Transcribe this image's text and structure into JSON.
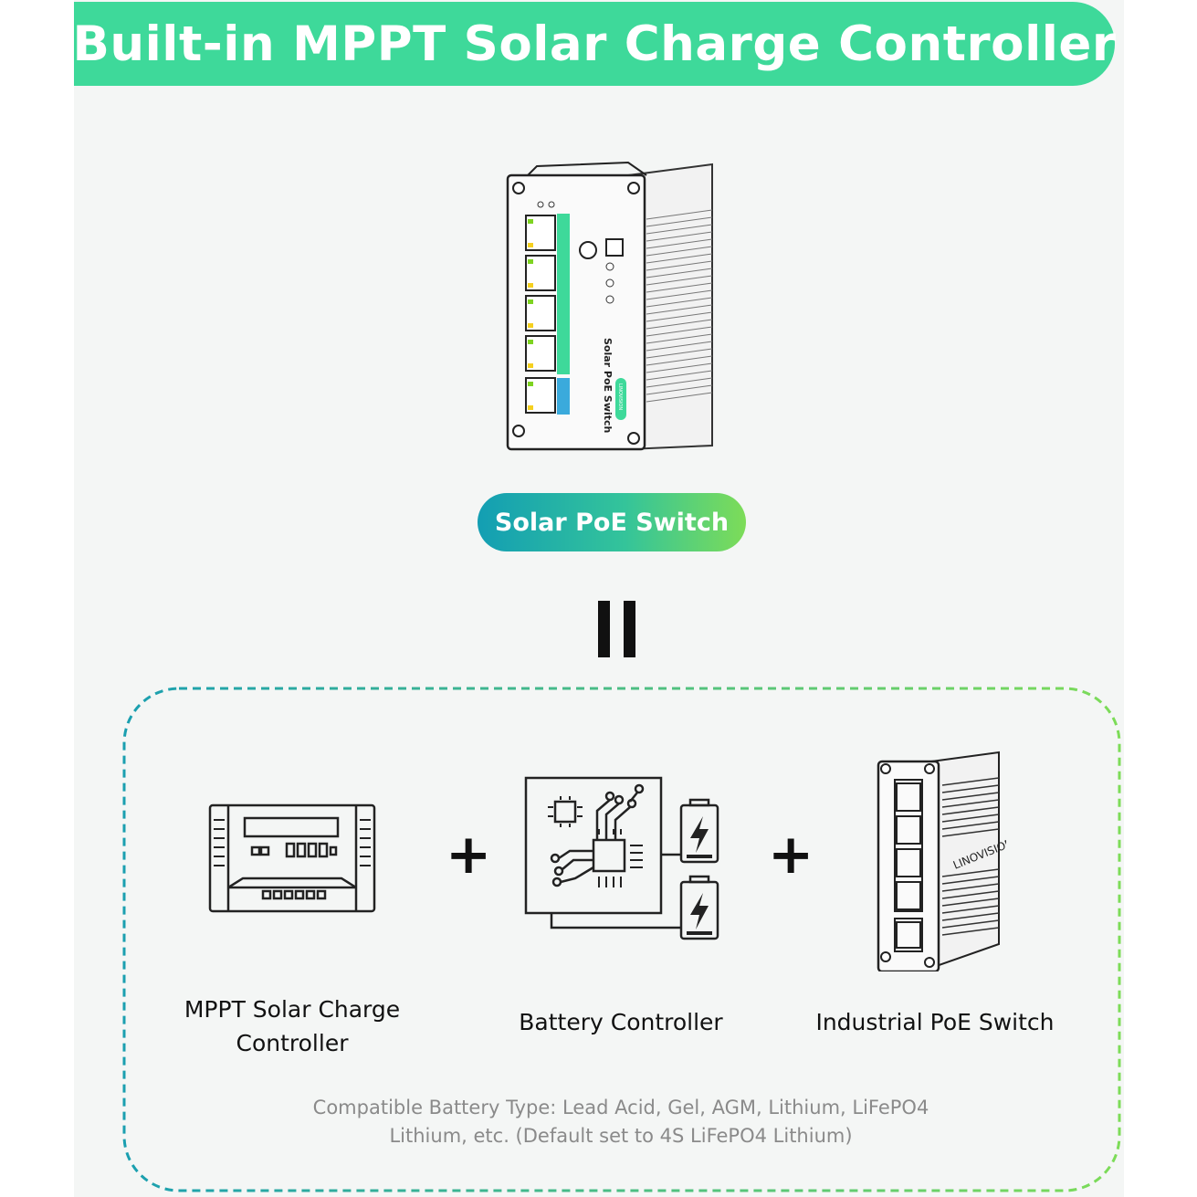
{
  "header": {
    "title": "Built-in MPPT Solar Charge Controller"
  },
  "product": {
    "label": "Solar PoE Switch",
    "device_text": "Solar PoE Switch",
    "brand_badge": "LINOVISION"
  },
  "components": [
    {
      "label_lines": [
        "MPPT Solar Charge",
        "Controller"
      ]
    },
    {
      "label_lines": [
        "Battery Controller"
      ]
    },
    {
      "label_lines": [
        "Industrial PoE Switch"
      ],
      "brand": "LINOVISION"
    }
  ],
  "note": {
    "lines": [
      "Compatible Battery Type: Lead Acid, Gel, AGM, Lithium, LiFePO4",
      "Lithium, etc. (Default set to 4S LiFePO4 Lithium)"
    ]
  },
  "colors": {
    "banner": "#3ed99a",
    "pill_gradient": [
      "#139eb3",
      "#7ddc58"
    ],
    "dash_gradient": [
      "#1a9fb0",
      "#7ddc58"
    ],
    "accent_green": "#3ed99a",
    "accent_blue": "#3aaadc"
  }
}
